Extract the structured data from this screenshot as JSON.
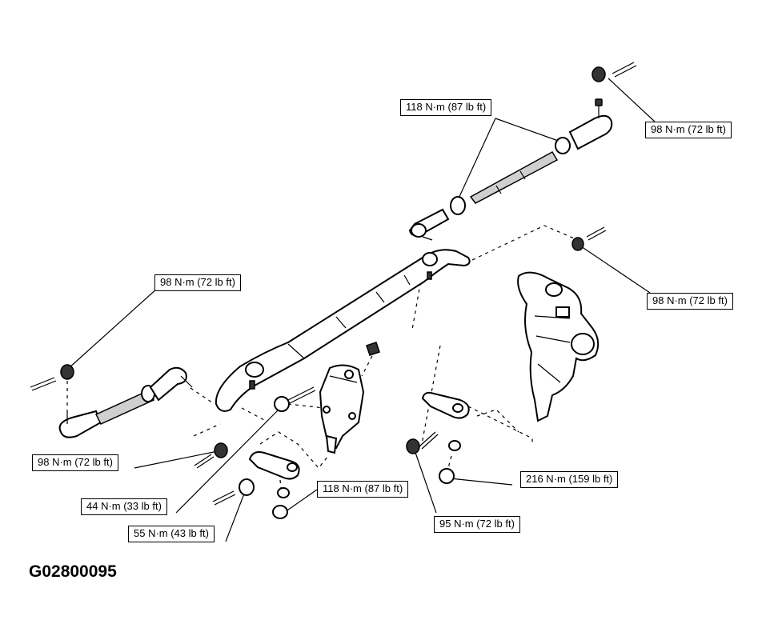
{
  "diagram": {
    "figure_id": "G02800095",
    "torque_callouts": [
      {
        "id": "outer-tie-rod-nut-right",
        "label": "98 N·m (72 lb ft)"
      },
      {
        "id": "adjuster-sleeve-clamp",
        "label": "118 N·m (87 lb ft)"
      },
      {
        "id": "relay-rod-nut-right",
        "label": "98 N·m (72 lb ft)"
      },
      {
        "id": "tie-rod-nut-left-upper",
        "label": "98 N·m (72 lb ft)"
      },
      {
        "id": "tie-rod-nut-left-lower",
        "label": "98 N·m (72 lb ft)"
      },
      {
        "id": "idler-arm-bolt",
        "label": "44 N·m (33 lb ft)"
      },
      {
        "id": "idler-arm-nut",
        "label": "55 N·m (43 lb ft)"
      },
      {
        "id": "idler-arm-stud-nut",
        "label": "118 N·m (87 lb ft)"
      },
      {
        "id": "pitman-arm-stud-nut",
        "label": "95 N·m (72 lb ft)"
      },
      {
        "id": "pitman-arm-shaft-nut",
        "label": "216 N·m (159 lb ft)"
      }
    ]
  }
}
